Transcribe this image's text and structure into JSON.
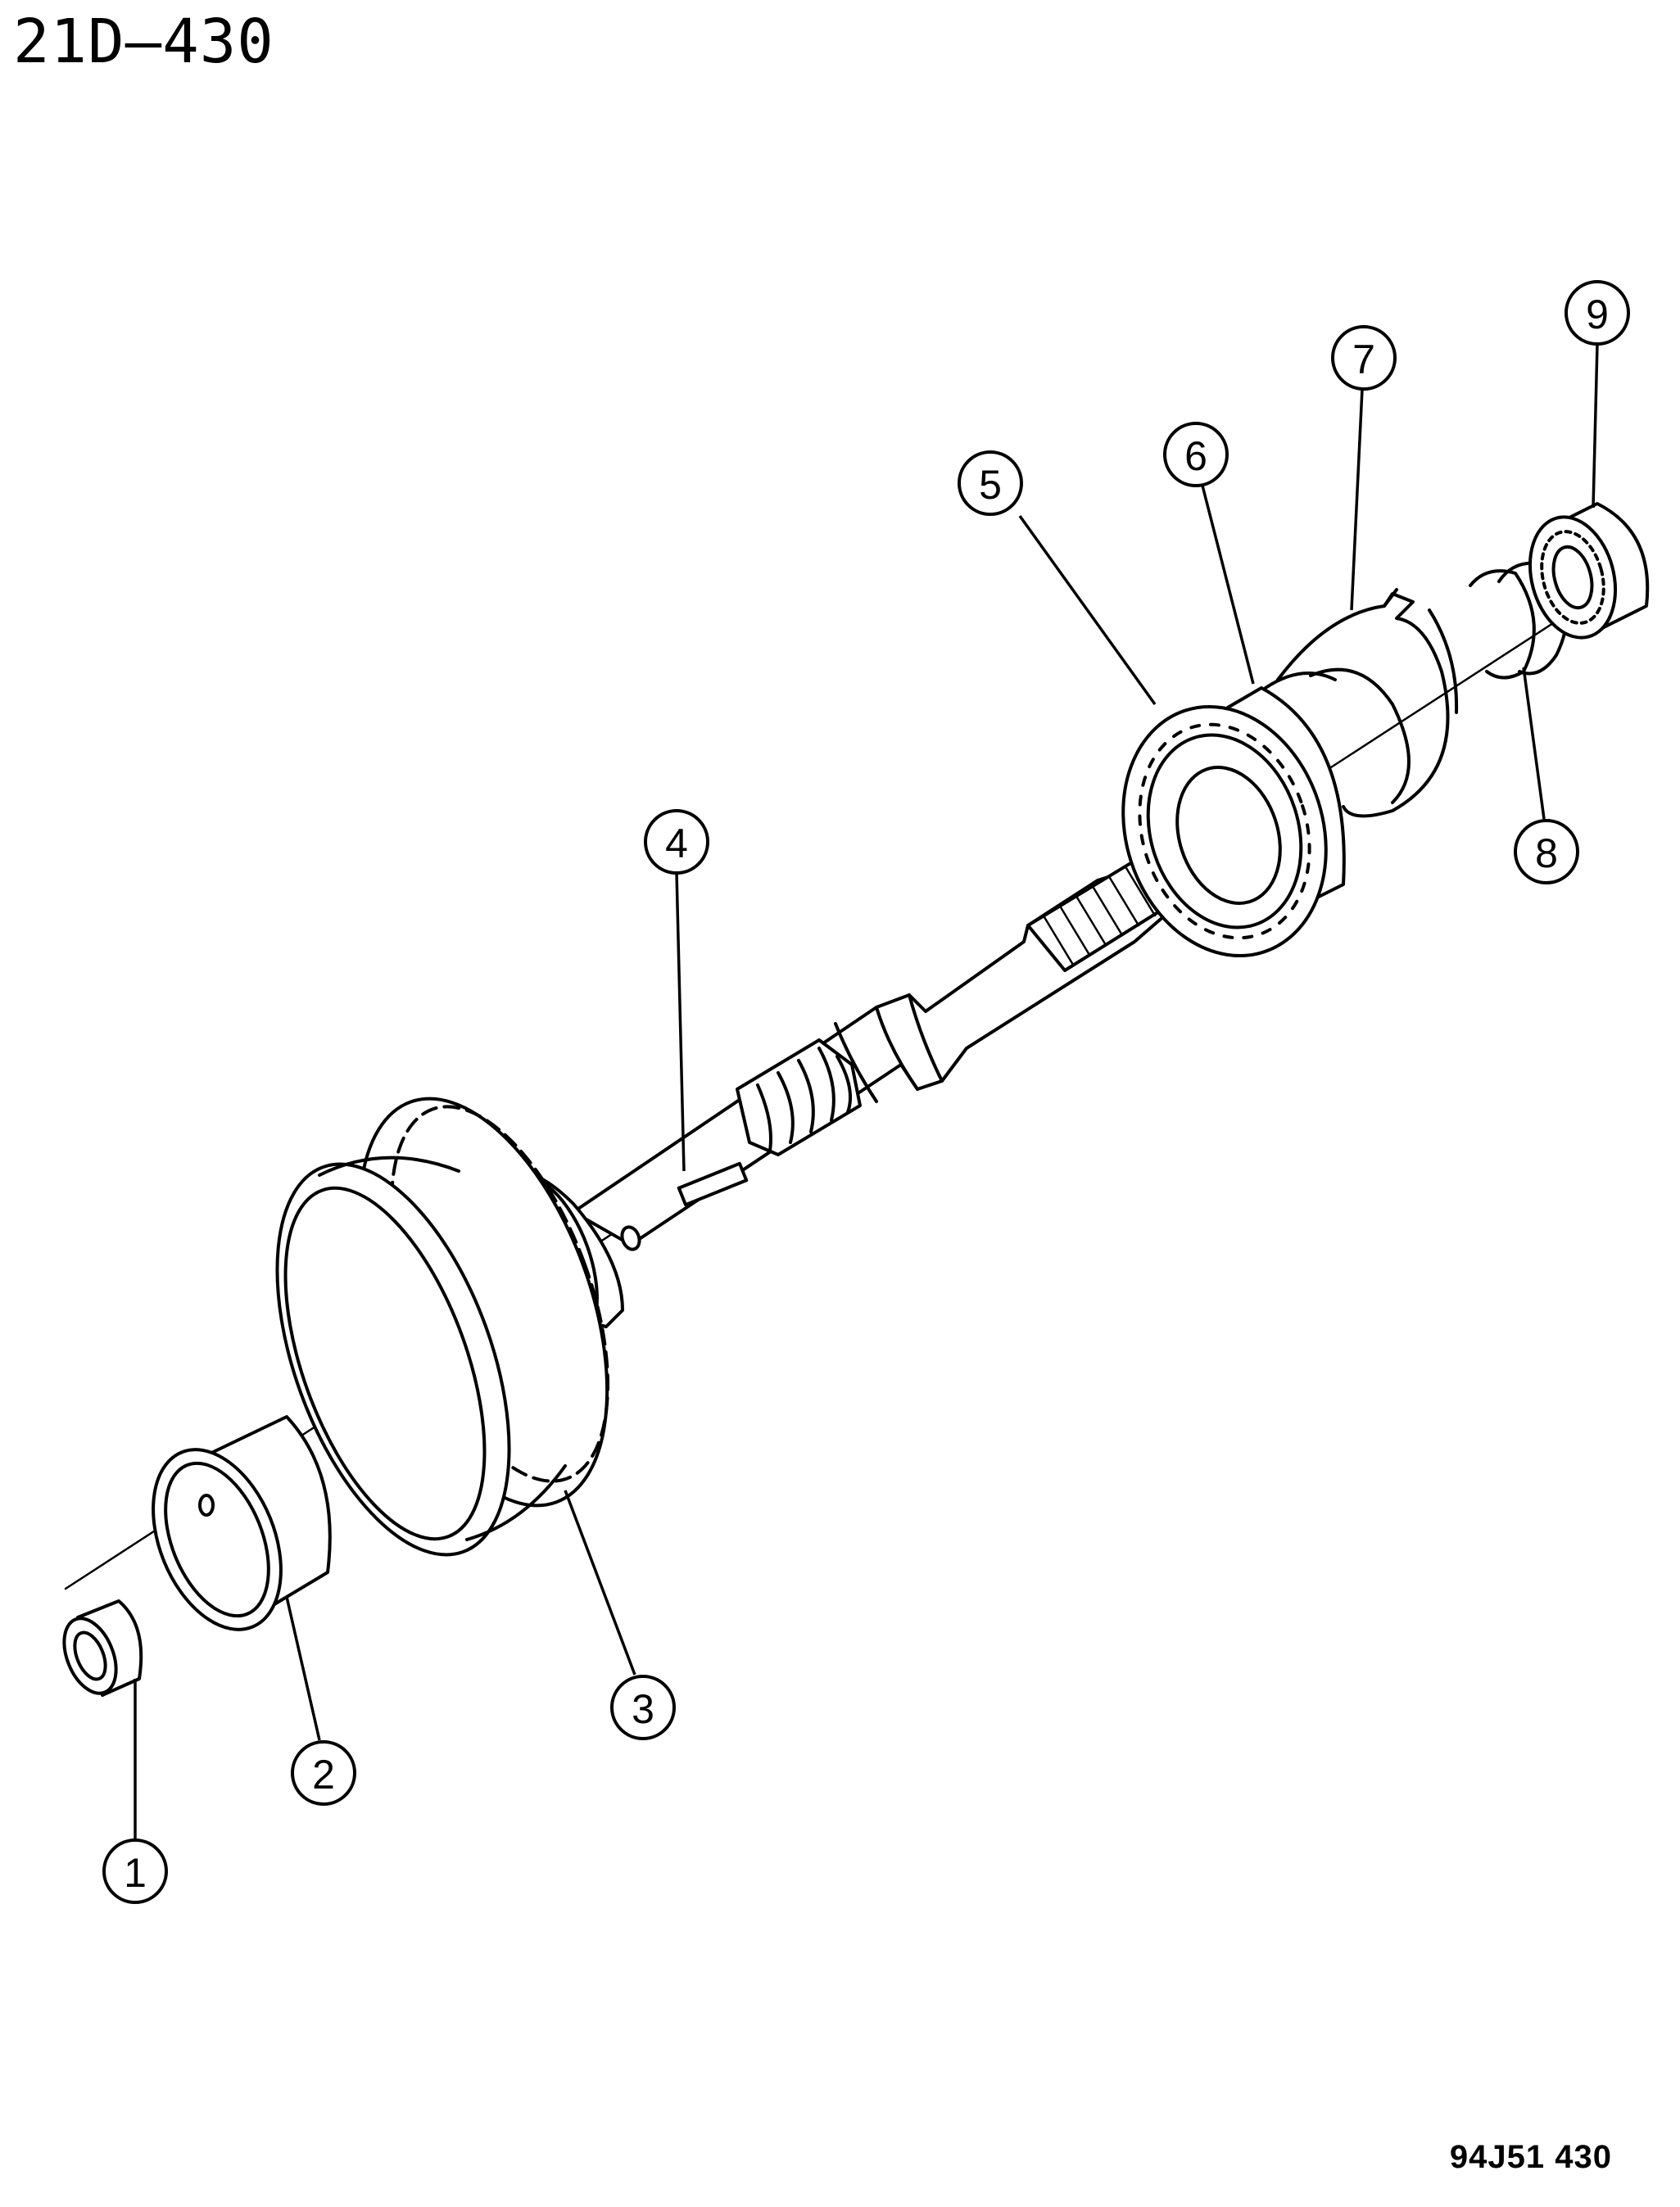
{
  "header": {
    "page_title": "21D–430"
  },
  "footer": {
    "figure_code": "94J51 430"
  },
  "callouts": [
    {
      "number": "1"
    },
    {
      "number": "2"
    },
    {
      "number": "3"
    },
    {
      "number": "4"
    },
    {
      "number": "5"
    },
    {
      "number": "6"
    },
    {
      "number": "7"
    },
    {
      "number": "8"
    },
    {
      "number": "9"
    }
  ]
}
